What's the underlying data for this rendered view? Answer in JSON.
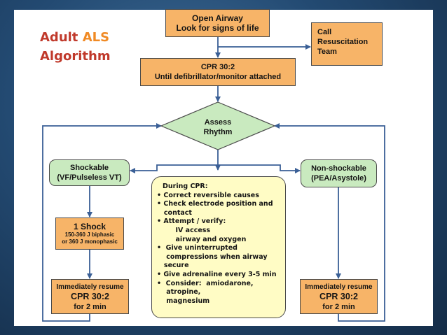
{
  "title": {
    "line1_part1": "Adult",
    "line1_part2": "ALS",
    "line2": "Algorithm"
  },
  "colors": {
    "title_red": "#c0392b",
    "title_orange": "#f08a24",
    "box_orange": "#f7b468",
    "box_green": "#c9eabf",
    "box_yellow": "#fffcc5"
  },
  "nodes": {
    "open_airway": {
      "line1": "Open Airway",
      "line2": "Look for signs of life"
    },
    "call_team": {
      "line1": "Call",
      "line2": "Resuscitation",
      "line3": "Team"
    },
    "cpr_initial": {
      "line1": "CPR 30:2",
      "line2": "Until defibrillator/monitor attached"
    },
    "assess": {
      "line1": "Assess",
      "line2": "Rhythm"
    },
    "shockable": {
      "line1": "Shockable",
      "line2": "(VF/Pulseless VT)"
    },
    "non_shockable": {
      "line1": "Non-shockable",
      "line2": "(PEA/Asystole)"
    },
    "one_shock": {
      "line1": "1 Shock",
      "line2": "150-360 J biphasic",
      "line3": "or 360 J monophasic"
    },
    "resume_left": {
      "line1": "Immediately resume",
      "line2": "CPR 30:2",
      "line3": "for 2 min"
    },
    "resume_right": {
      "line1": "Immediately resume",
      "line2": "CPR 30:2",
      "line3": "for 2 min"
    },
    "during_cpr": {
      "heading": "During CPR:",
      "lines": [
        "• Correct reversible causes",
        "• Check electrode position and",
        "   contact",
        "• Attempt / verify:",
        "        IV access",
        "        airway and oxygen",
        "•  Give uninterrupted",
        "    compressions when airway",
        "   secure",
        "• Give adrenaline every 3-5 min",
        "•  Consider:  amiodarone,",
        "    atropine,",
        "    magnesium"
      ]
    }
  }
}
